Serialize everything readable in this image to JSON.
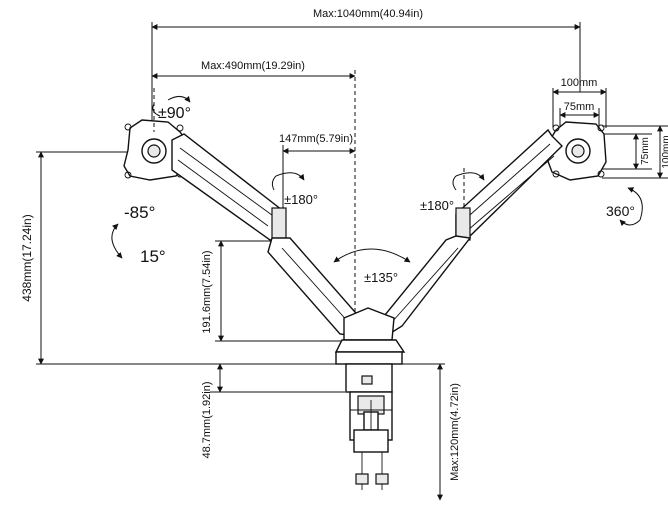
{
  "dimensions": {
    "max_width": "Max:1040mm(40.94in)",
    "max_arm_reach": "Max:490mm(19.29in)",
    "arm_offset": "147mm(5.79in)",
    "vesa_outer_h": "100mm",
    "vesa_inner_h": "75mm",
    "vesa_inner_v": "75mm",
    "vesa_outer_v": "100mm",
    "max_height": "438mm(17.24in)",
    "pole_height": "191.6mm(7.54in)",
    "clamp_thickness": "48.7mm(1.92in)",
    "max_desk_thickness": "Max:120mm(4.72in)"
  },
  "rotations": {
    "swivel_top": "±90°",
    "tilt_up": "-85°",
    "tilt_down": "15°",
    "left_joint": "±180°",
    "right_joint": "±180°",
    "center_swing": "±135°",
    "rotation": "360°"
  }
}
